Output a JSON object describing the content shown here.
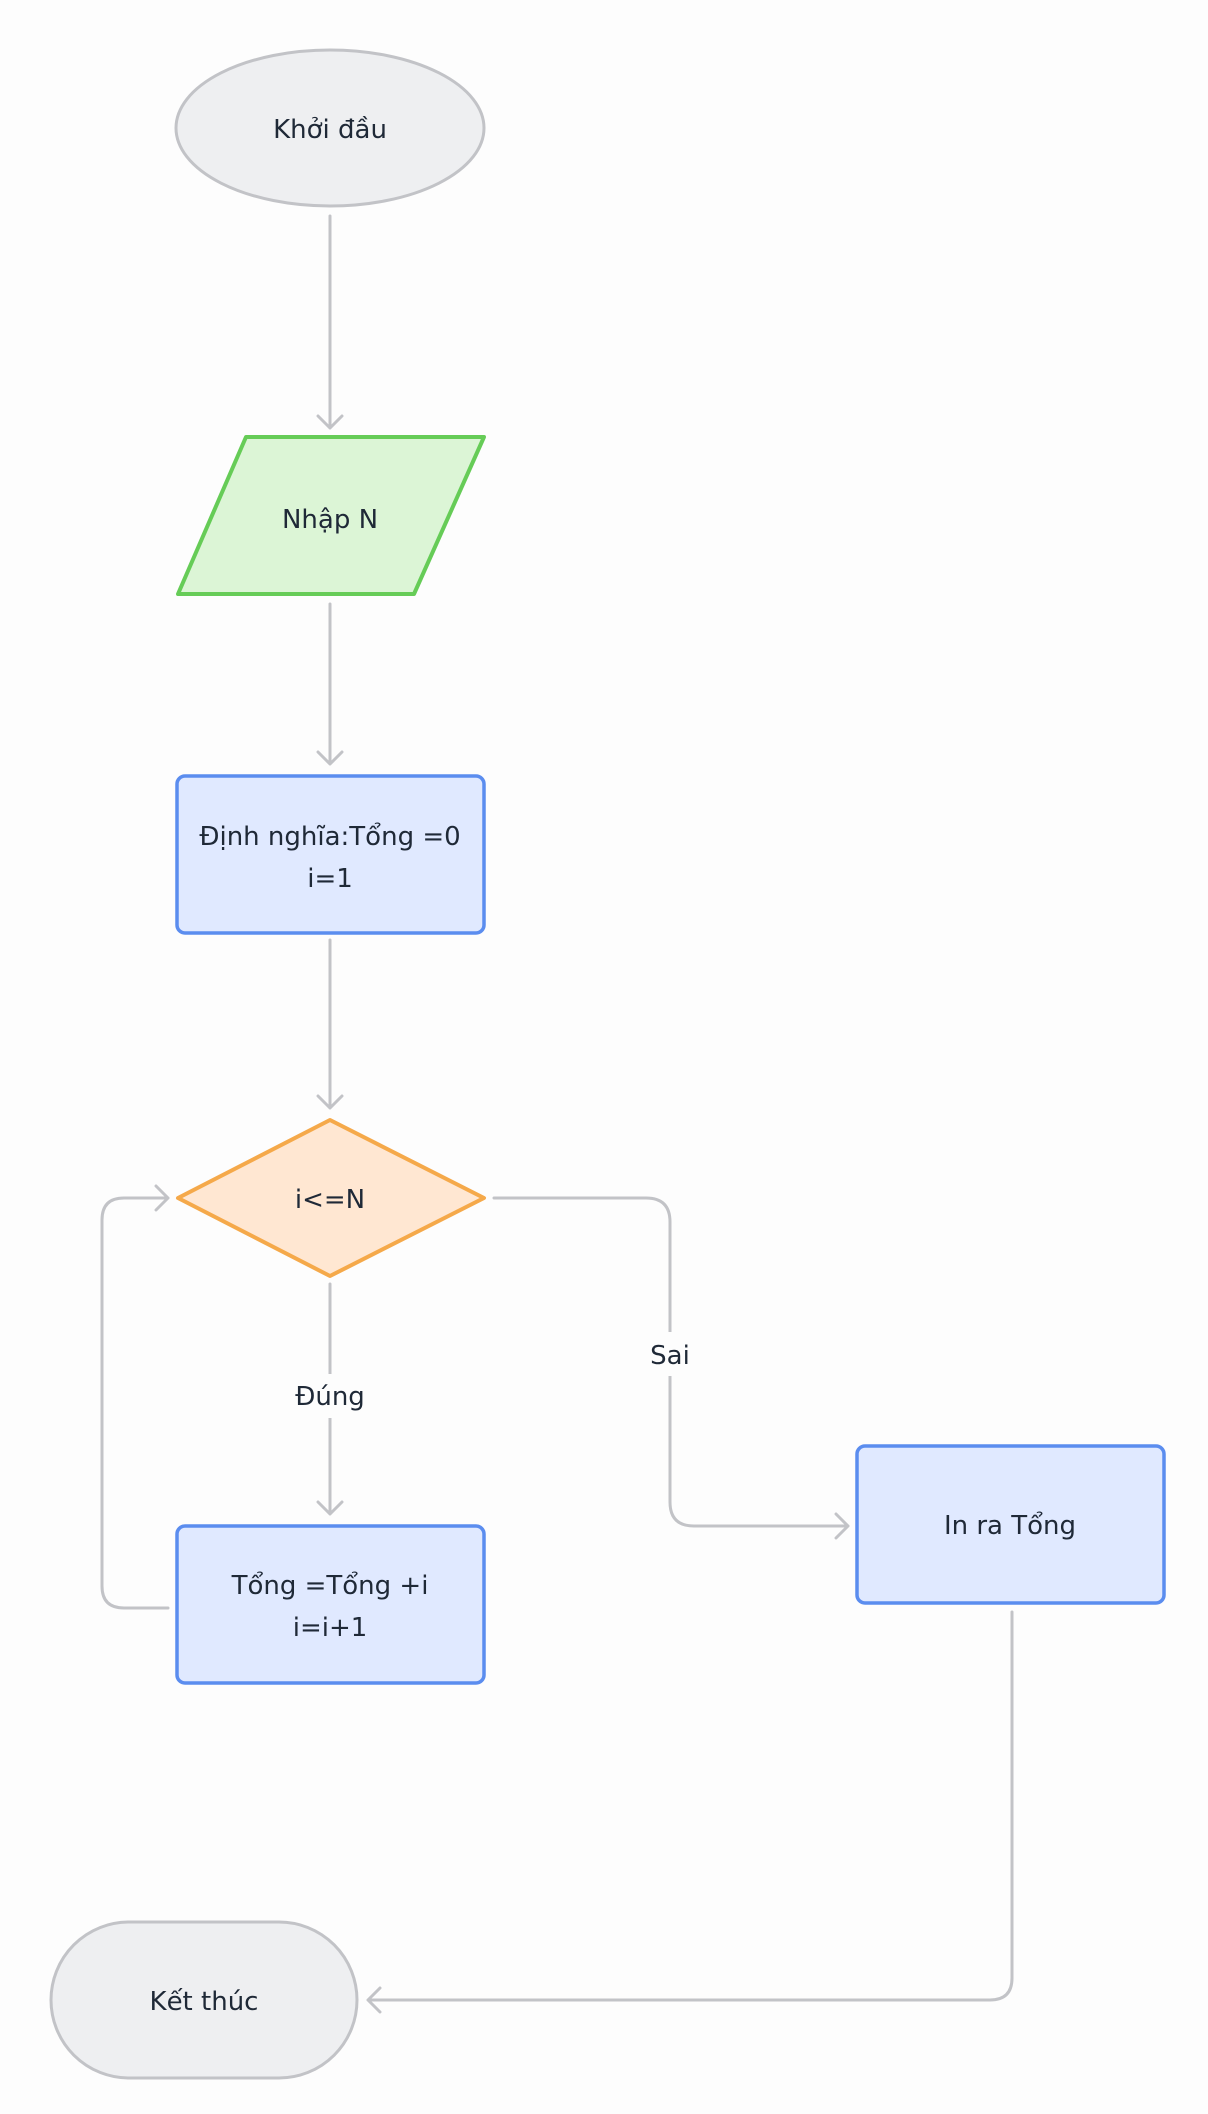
{
  "diagram": {
    "nodes": {
      "start": {
        "text": [
          "Khởi đầu"
        ],
        "fill": "#eeeff1",
        "stroke": "#c2c3c7"
      },
      "input": {
        "text": [
          "Nhập N"
        ],
        "fill": "#dcf5d6",
        "stroke": "#66cc57"
      },
      "init": {
        "text": [
          "Định nghĩa:Tổng =0",
          "i=1"
        ],
        "fill": "#e0e9ff",
        "stroke": "#5b8def"
      },
      "condition": {
        "text": [
          "i<=N"
        ],
        "fill": "#ffe7d2",
        "stroke": "#f5a94a"
      },
      "loop_body": {
        "text": [
          "Tổng =Tổng +i",
          "i=i+1"
        ],
        "fill": "#e0e9ff",
        "stroke": "#5b8def"
      },
      "output": {
        "text": [
          "In ra Tổng"
        ],
        "fill": "#e0e9ff",
        "stroke": "#5b8def"
      },
      "end": {
        "text": [
          "Kết thúc"
        ],
        "fill": "#eeeff1",
        "stroke": "#c2c3c7"
      }
    },
    "edge_labels": {
      "yes": "Đúng",
      "no": "Sai"
    },
    "edge_color": "#c2c3c7"
  }
}
